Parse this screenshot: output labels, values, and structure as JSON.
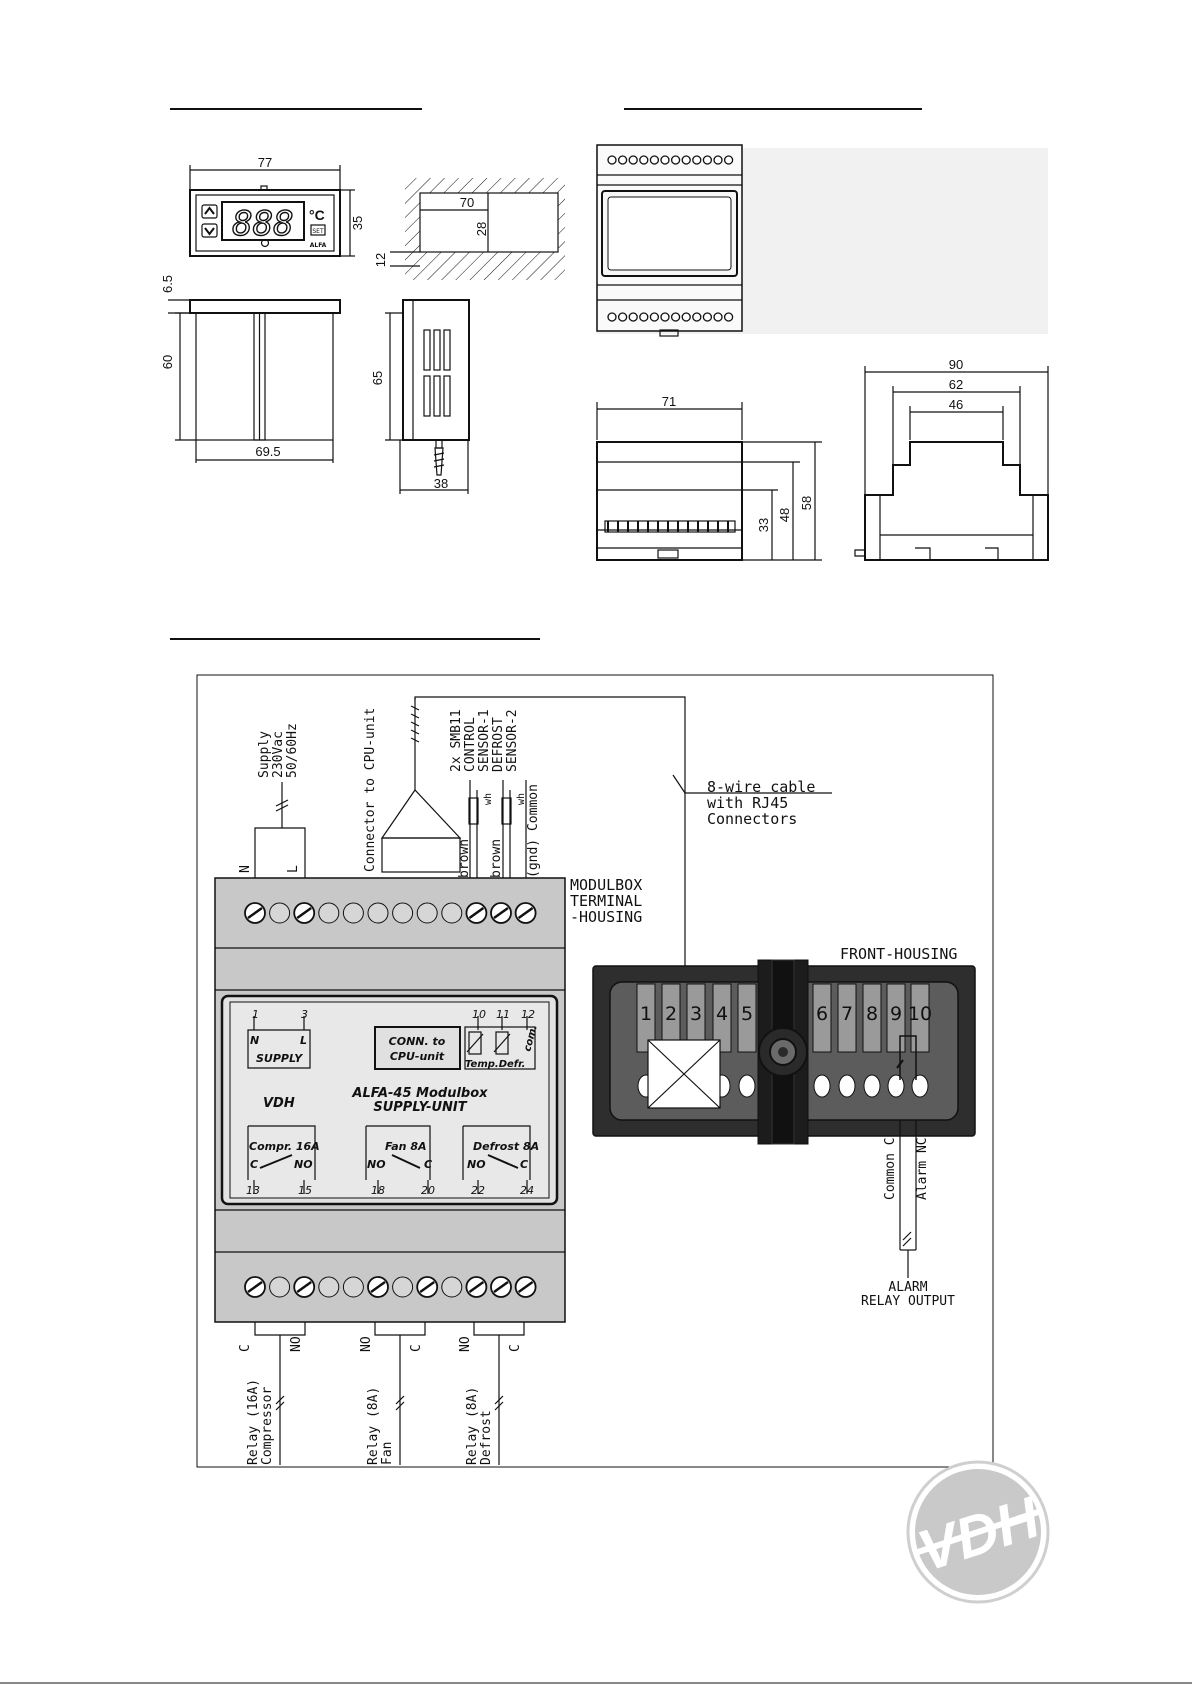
{
  "dimensions": {
    "front_width": "77",
    "front_height": "35",
    "cutout_width": "70",
    "cutout_height": "28",
    "panel_thickness": "12",
    "bezel": "6.5",
    "body_height": "60",
    "body_width": "69.5",
    "side_height": "65",
    "side_depth": "38",
    "din_width": "71",
    "din_h33": "33",
    "din_h48": "48",
    "din_h58": "58",
    "din_w90": "90",
    "din_w62": "62",
    "din_w46": "46"
  },
  "display": {
    "digits": "888",
    "unit": "°C",
    "brand_small": "ALFA",
    "set_label": "SET"
  },
  "wiring": {
    "supply_label": [
      "Supply",
      "230Vac",
      "50/60Hz"
    ],
    "supply_n": "N",
    "supply_l": "L",
    "connector_label": "Connector to CPU-unit",
    "sensor_label": [
      "2x SMB11",
      "CONTROL",
      "SENSOR-1",
      "DEFROST",
      "SENSOR-2"
    ],
    "wire_brown1": "brown",
    "wire_brown2": "brown",
    "wire_common": "(gnd) Common",
    "wire_wh": "wh",
    "cable_label": [
      "8-wire cable",
      "with RJ45",
      "Connectors"
    ],
    "modulbox_label": [
      "MODULBOX",
      "TERMINAL",
      "-HOUSING"
    ],
    "front_housing_label": "FRONT-HOUSING",
    "alarm_common": "Common C",
    "alarm_nc": "Alarm NC",
    "alarm_label": [
      "ALARM",
      "RELAY OUTPUT"
    ],
    "relay_c1": "C",
    "relay_no1": "NO",
    "relay_no2": "NO",
    "relay_c2": "C",
    "relay_no3": "NO",
    "relay_c3": "C",
    "relay_compressor": [
      "Relay (16A)",
      "Compressor"
    ],
    "relay_fan": [
      "Relay (8A)",
      "Fan"
    ],
    "relay_defrost": [
      "Relay (8A)",
      "Defrost"
    ]
  },
  "supply_unit": {
    "term_1": "1",
    "term_3": "3",
    "term_10": "10",
    "term_11": "11",
    "term_12": "12",
    "n": "N",
    "l": "L",
    "supply": "SUPPLY",
    "conn": [
      "CONN. to",
      "CPU-unit"
    ],
    "com": "com.",
    "temp_defr": "Temp.Defr.",
    "vdh": "VDH",
    "title": [
      "ALFA-45 Modulbox",
      "SUPPLY-UNIT"
    ],
    "compr": "Compr. 16A",
    "fan": "Fan 8A",
    "defrost": "Defrost 8A",
    "c": "C",
    "no": "NO",
    "term_13": "13",
    "term_15": "15",
    "term_18": "18",
    "term_20": "20",
    "term_22": "22",
    "term_24": "24"
  },
  "front_housing_numbers": [
    "1",
    "2",
    "3",
    "4",
    "5",
    "6",
    "7",
    "8",
    "9",
    "10"
  ],
  "logo": "VDH"
}
